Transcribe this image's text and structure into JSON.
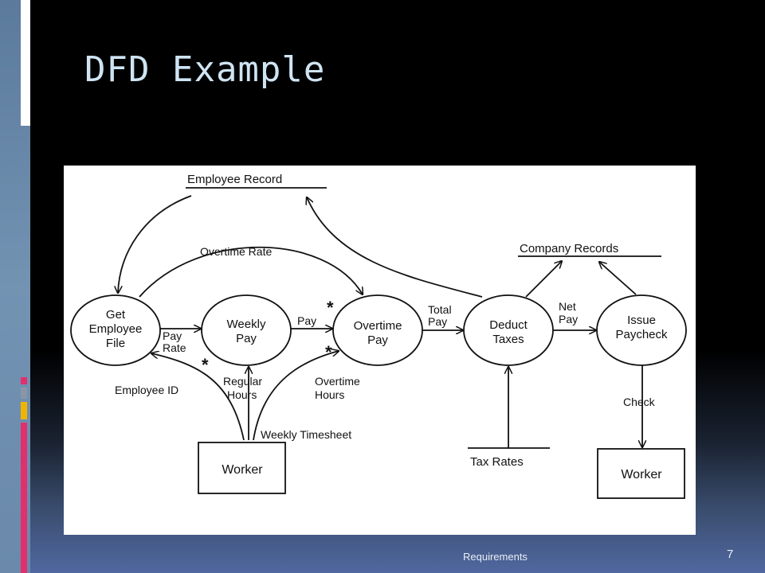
{
  "slide": {
    "title": "DFD Example",
    "footer": "Requirements",
    "page_number": "7"
  },
  "diagram": {
    "processes": {
      "get_employee_file": [
        "Get",
        "Employee",
        "File"
      ],
      "weekly_pay": [
        "Weekly",
        "Pay"
      ],
      "overtime_pay": [
        "Overtime",
        "Pay"
      ],
      "deduct_taxes": [
        "Deduct",
        "Taxes"
      ],
      "issue_paycheck": [
        "Issue",
        "Paycheck"
      ]
    },
    "entities": {
      "worker_source": "Worker",
      "worker_sink": "Worker"
    },
    "data_stores": {
      "employee_record": "Employee Record",
      "company_records": "Company Records",
      "tax_rates": "Tax Rates"
    },
    "flows": {
      "overtime_rate": "Overtime Rate",
      "pay_rate": [
        "Pay",
        "Rate"
      ],
      "pay": "Pay",
      "total_pay": [
        "Total",
        "Pay"
      ],
      "net_pay": [
        "Net",
        "Pay"
      ],
      "employee_id": "Employee ID",
      "regular_hours": [
        "Regular",
        "Hours"
      ],
      "overtime_hours": [
        "Overtime",
        "Hours"
      ],
      "weekly_timesheet": "Weekly Timesheet",
      "check": "Check"
    },
    "markers": {
      "star_top": "*",
      "star_bottom": "*",
      "star_left": "*"
    }
  },
  "colors": {
    "title": "#cfe4f3",
    "accent_pink": "#e0306e",
    "accent_yellow": "#f0b400",
    "accent_gray": "#8a96a6"
  }
}
